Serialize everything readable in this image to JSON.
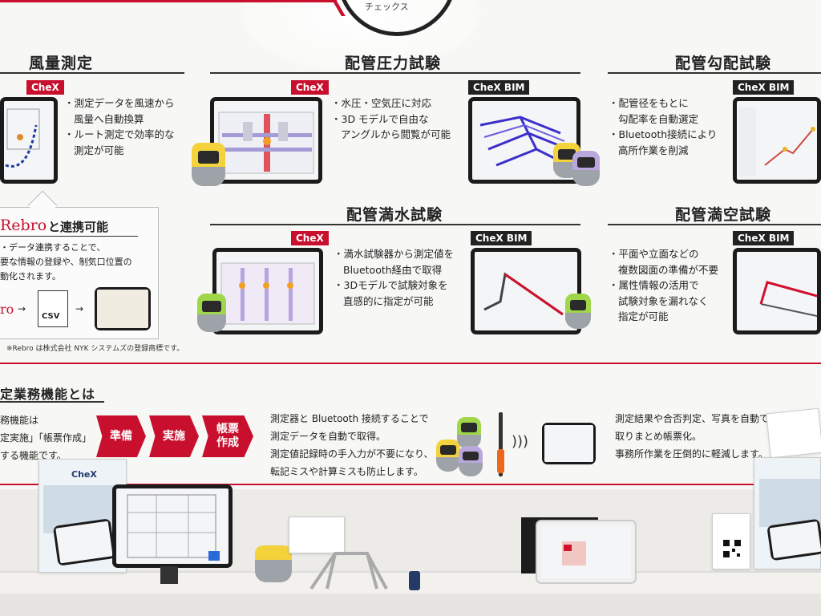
{
  "banner": {
    "arc_text": "チェックス",
    "colors": {
      "accent_red": "#c8102e",
      "text": "#222222",
      "wall": "#f7f7f5"
    }
  },
  "sections": {
    "airflow": {
      "title": "風量測定",
      "badge": "CheX",
      "bullets": [
        "・測定データを風速から",
        "風量へ自動換算",
        "・ルート測定で効率的な",
        "測定が可能"
      ]
    },
    "pressure": {
      "title": "配管圧力試験",
      "badge_left": "CheX",
      "badge_right": "CheX BIM",
      "bullets": [
        "・水圧・空気圧に対応",
        "・3D モデルで自由な",
        "アングルから閲覧が可能"
      ]
    },
    "slope": {
      "title": "配管勾配試験",
      "badge": "CheX BIM",
      "bullets": [
        "・配管径をもとに",
        "勾配率を自動選定",
        "・Bluetooth接続により",
        "高所作業を削減"
      ]
    },
    "fillwater": {
      "title": "配管満水試験",
      "badge_left": "CheX",
      "badge_right": "CheX BIM",
      "bullets": [
        "・満水試験器から測定値を",
        "Bluetooth経由で取得",
        "・3Dモデルで試験対象を",
        "直感的に指定が可能"
      ]
    },
    "empty": {
      "title": "配管満空試験",
      "badge": "CheX BIM",
      "bullets": [
        "・平面や立面などの",
        "複数図面の準備が不要",
        "・属性情報の活用で",
        "試験対象を漏れなく",
        "指定が可能"
      ]
    }
  },
  "rebro": {
    "logo": "Rebro",
    "title": "と連携可能",
    "lines": [
      "・データ連携することで、",
      "要な情報の登録や、制気口位置の",
      "動化されます。"
    ],
    "csv_label": "CSV",
    "logo_small": "ro",
    "footnote": "※Rebro は株式会社 NYK システムズの登録商標です。"
  },
  "features": {
    "title": "定業務機能とは",
    "intro": [
      "務機能は",
      "定実施」「帳票作成」",
      "する機能です。"
    ],
    "steps": [
      "準備",
      "実施",
      "帳票\n作成"
    ],
    "middle": [
      "測定器と Bluetooth 接続することで",
      "測定データを自動で取得。",
      "測定値記録時の手入力が不要になり、",
      "転記ミスや計算ミスも防止します。"
    ],
    "right": [
      "測定結果や合否判定、写真を自動で",
      "取りまとめ帳票化。",
      "事務所作業を圧倒的に軽減します。"
    ]
  },
  "display": {
    "brochure_label": "CheX"
  }
}
